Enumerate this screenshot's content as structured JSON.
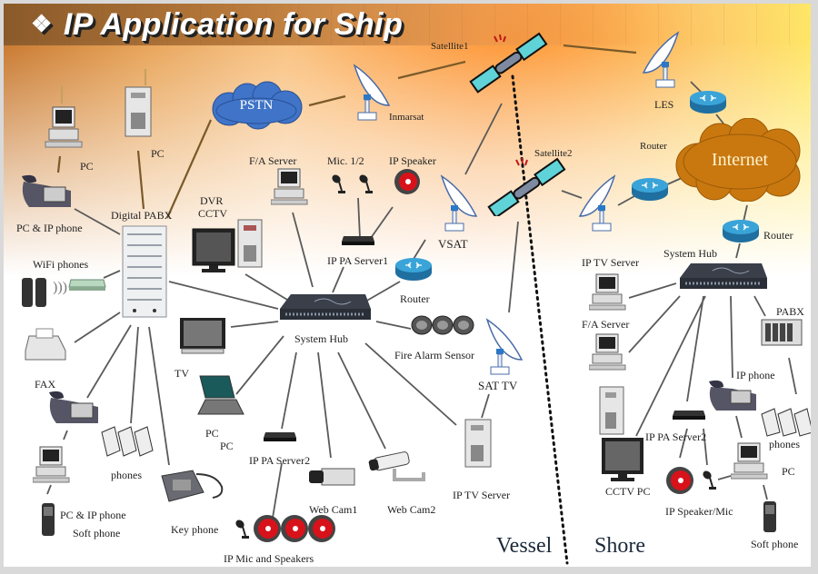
{
  "title": "IP Application for Ship",
  "title_bullet": "❖",
  "regions": {
    "vessel": "Vessel",
    "shore": "Shore"
  },
  "colors": {
    "pstn_cloud": "#3f74c8",
    "internet_cloud": "#c9780f",
    "router": "#2a8fc4",
    "satellite_panel": "#5fd3d8",
    "speaker_red": "#d8121a",
    "link_top": "#7a5a2a",
    "link": "#555555"
  },
  "clouds": {
    "pstn": "PSTN",
    "internet": "Internet"
  },
  "labels": {
    "satellite1": "Satellite1",
    "satellite2": "Satellite2",
    "inmarsat": "Inmarsat",
    "les": "LES",
    "router_shore_top": "Router",
    "router_shore_hub": "Router",
    "router_vessel": "Router",
    "vsat": "VSAT",
    "sat_tv": "SAT TV",
    "pc_1": "PC",
    "pc_2": "PC",
    "pc_ip_phone": "PC & IP phone",
    "digital_pabx": "Digital PABX",
    "wifi_phones": "WiFi phones",
    "fax": "FAX",
    "phones": "phones",
    "pc_ip_phone_2": "PC & IP phone",
    "soft_phone": "Soft phone",
    "key_phone": "Key phone",
    "ip_mic_speakers": "IP Mic and Speakers",
    "dvr": "DVR",
    "cctv": "CCTV",
    "tv": "TV",
    "pc_laptop_1": "PC",
    "pc_laptop_2": "PC",
    "fa_server": "F/A Server",
    "mic": "Mic. 1/2",
    "ip_speaker": "IP Speaker",
    "ip_pa_server1": "IP PA Server1",
    "system_hub": "System Hub",
    "fire_alarm": "Fire Alarm Sensor",
    "ip_pa_server2": "IP PA Server2",
    "web_cam1": "Web Cam1",
    "web_cam2": "Web Cam2",
    "ip_tv_server": "IP TV Server",
    "shore_ip_tv_server": "IP TV Server",
    "shore_fa_server": "F/A Server",
    "shore_system_hub": "System Hub",
    "shore_pabx": "PABX",
    "shore_ip_phone": "IP phone",
    "shore_phones": "phones",
    "shore_pc": "PC",
    "shore_ip_pa_server2": "IP PA Server2",
    "shore_ip_speaker_mic": "IP Speaker/Mic",
    "shore_cctv_pc": "CCTV PC",
    "shore_soft_phone": "Soft phone"
  }
}
